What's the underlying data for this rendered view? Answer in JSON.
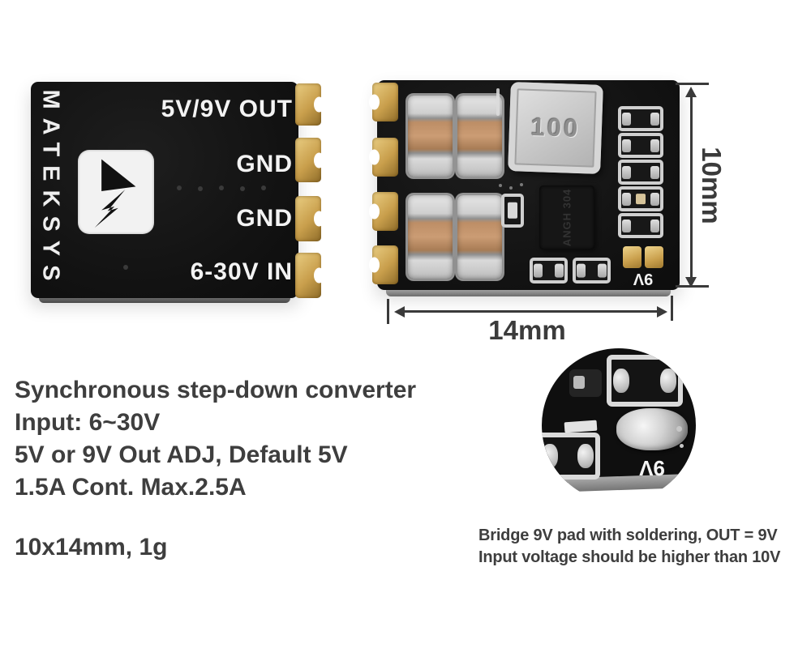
{
  "back_board": {
    "brand": "MATEKSYS",
    "pin_labels": [
      "5V/9V OUT",
      "GND",
      "GND",
      "6-30V IN"
    ]
  },
  "front_board": {
    "inductor_marking": "100",
    "ic_marking": "ANGH 304",
    "jumper_label": "9V"
  },
  "dimensions": {
    "height_label": "10mm",
    "width_label": "14mm"
  },
  "specs": {
    "line1": "Synchronous step-down converter",
    "line2": "Input: 6~30V",
    "line3": "5V or 9V Out ADJ, Default 5V",
    "line4": "1.5A Cont. Max.2.5A",
    "size_weight": "10x14mm, 1g"
  },
  "inset": {
    "jumper_label": "9V",
    "caption_line1": "Bridge 9V pad with soldering, OUT = 9V",
    "caption_line2": "Input voltage should be higher than 10V"
  },
  "colors": {
    "gold": "#c99f4c",
    "gold_light": "#e9cd82",
    "gold_dark": "#8f6d2a",
    "board": "#131313",
    "capacitor_tan": "#bd8e66",
    "silver": "#cccccc",
    "silkscreen": "#e9e9e9",
    "annotation_text": "#3e3e3e",
    "label_white": "#f3f3f3"
  }
}
